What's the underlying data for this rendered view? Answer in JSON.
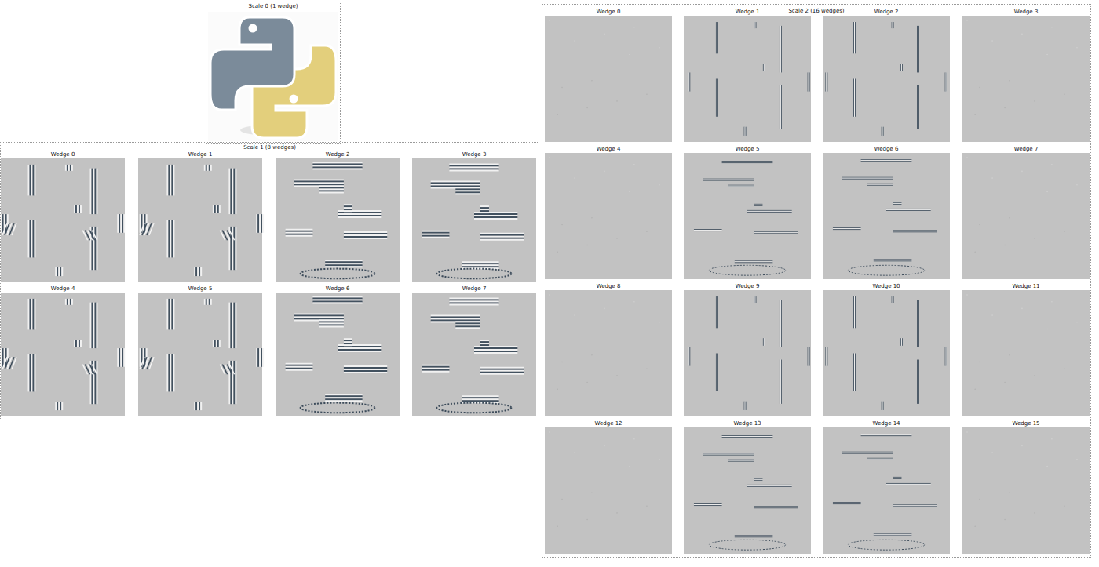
{
  "diagram": {
    "nodes": [
      {
        "text": [
          "Scale 0 (1 wedge)"
        ]
      },
      {
        "text": [
          "Scale 1 (8 wedges)"
        ]
      },
      {
        "text": [
          "Wedge 0"
        ],
        "in": 1
      },
      {
        "text": [
          "Wedge 1"
        ],
        "in": 1
      },
      {
        "text": [
          "Wedge 2"
        ],
        "in": 1
      },
      {
        "text": [
          "Wedge 3"
        ],
        "in": 1
      },
      {
        "text": [
          "Wedge 4"
        ],
        "in": 1
      },
      {
        "text": [
          "Wedge 5"
        ],
        "in": 1
      },
      {
        "text": [
          "Wedge 6"
        ],
        "in": 1
      },
      {
        "text": [
          "Wedge 7"
        ],
        "in": 1
      },
      {
        "text": [
          "Scale 2 (16 wedges)"
        ]
      },
      {
        "text": [
          "Wedge 0"
        ],
        "in": 10
      },
      {
        "text": [
          "Wedge 1"
        ],
        "in": 10
      },
      {
        "text": [
          "Wedge 2"
        ],
        "in": 10
      },
      {
        "text": [
          "Wedge 3"
        ],
        "in": 10
      },
      {
        "text": [
          "Wedge 4"
        ],
        "in": 10
      },
      {
        "text": [
          "Wedge 5"
        ],
        "in": 10
      },
      {
        "text": [
          "Wedge 6"
        ],
        "in": 10
      },
      {
        "text": [
          "Wedge 7"
        ],
        "in": 10
      },
      {
        "text": [
          "Wedge 8"
        ],
        "in": 10
      },
      {
        "text": [
          "Wedge 9"
        ],
        "in": 10
      },
      {
        "text": [
          "Wedge 10"
        ],
        "in": 10
      },
      {
        "text": [
          "Wedge 11"
        ],
        "in": 10
      },
      {
        "text": [
          "Wedge 12"
        ],
        "in": 10
      },
      {
        "text": [
          "Wedge 13"
        ],
        "in": 10
      },
      {
        "text": [
          "Wedge 14"
        ],
        "in": 10
      },
      {
        "text": [
          "Wedge 15"
        ],
        "in": 10
      }
    ]
  }
}
